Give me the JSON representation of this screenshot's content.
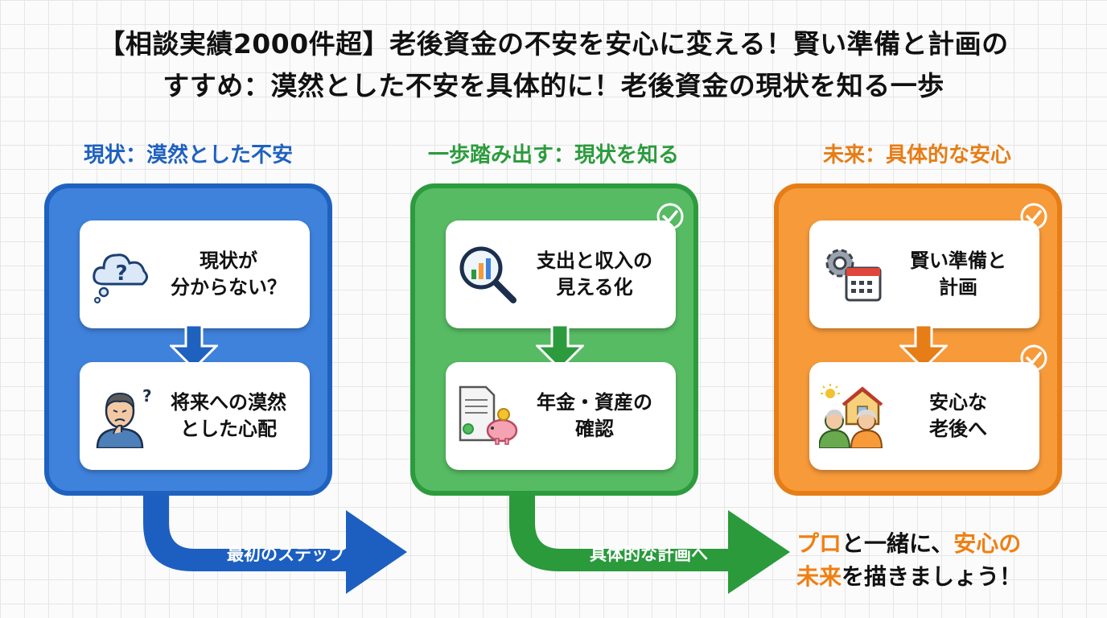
{
  "title_line1": "【相談実績2000件超】老後資金の不安を安心に変える！賢い準備と計画の",
  "title_line2": "すすめ：漠然とした不安を具体的に！老後資金の現状を知る一歩",
  "columns": [
    {
      "heading": "現状：漠然とした不安",
      "cards": [
        {
          "line1": "現状が",
          "line2": "分からない？",
          "icon": "question-cloud-icon"
        },
        {
          "line1": "将来への漠然",
          "line2": "とした心配",
          "icon": "worried-person-icon"
        }
      ]
    },
    {
      "heading": "一歩踏み出す：現状を知る",
      "cards": [
        {
          "line1": "支出と収入の",
          "line2": "見える化",
          "icon": "magnifier-chart-icon"
        },
        {
          "line1": "年金・資産の",
          "line2": "確認",
          "icon": "document-piggy-bank-icon"
        }
      ]
    },
    {
      "heading": "未来：具体的な安心",
      "cards": [
        {
          "line1": "賢い準備と",
          "line2": "計画",
          "icon": "gear-calendar-icon"
        },
        {
          "line1": "安心な",
          "line2": "老後へ",
          "icon": "elderly-couple-house-icon"
        }
      ]
    }
  ],
  "arrows": {
    "first": "最初のステップ",
    "second": "具体的な計画へ"
  },
  "closing": {
    "line1_highlight1": "プロ",
    "line1_text": "と一緒に、",
    "line1_highlight2": "安心の",
    "line2_highlight": "未来",
    "line2_text": "を描きましょう！"
  },
  "colors": {
    "blue": "#3f82db",
    "blue_dark": "#1f61bf",
    "green": "#57bb63",
    "green_dark": "#2c9b3d",
    "orange": "#f79a3a",
    "orange_dark": "#e67d16",
    "highlight_text": "#f07f12"
  }
}
